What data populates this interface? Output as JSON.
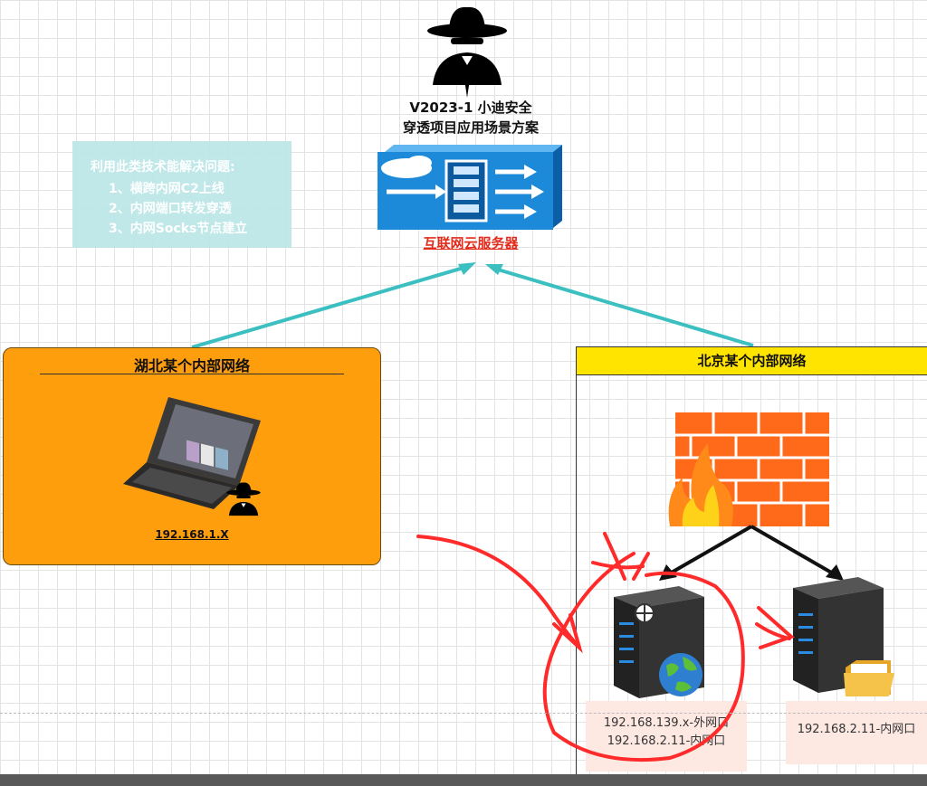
{
  "title": {
    "line1": "V2023-1 小迪安全",
    "line2": "穿透项目应用场景方案"
  },
  "info_box": {
    "heading": "利用此类技术能解决问题:",
    "items": [
      "1、横跨内网C2上线",
      "2、内网端口转发穿透",
      "3、内网Socks节点建立"
    ]
  },
  "cloud_server": {
    "label": "互联网云服务器",
    "icon": "cloud-router-icon"
  },
  "hubei_network": {
    "title": "湖北某个内部网络",
    "host_ip": "192.168.1.X",
    "icons": [
      "laptop-icon",
      "hacker-icon"
    ]
  },
  "beijing_network": {
    "title": "北京某个内部网络",
    "icons": [
      "firewall-icon",
      "web-server-icon",
      "file-server-icon"
    ],
    "server1_ips": [
      "192.168.139.x-外网口",
      "192.168.2.11-内网口"
    ],
    "server2_ip": "192.168.2.11-内网口"
  },
  "colors": {
    "hubei_bg": "#ff9e0d",
    "beijing_header": "#ffe400",
    "arrow": "#3bbfc0",
    "annotation": "#ff2a2a",
    "server_label": "#e32b1c"
  }
}
